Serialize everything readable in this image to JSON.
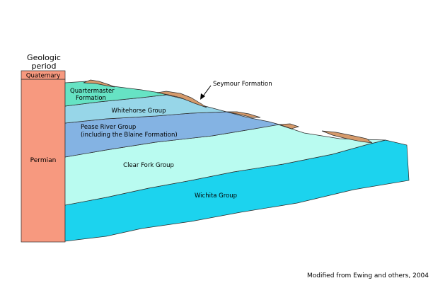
{
  "title": {
    "line1": "Geologic",
    "line2": "period"
  },
  "periods": {
    "quaternary": "Quaternary",
    "permian": "Permian"
  },
  "formations": {
    "quartermaster_line1": "Quartermaster",
    "quartermaster_line2": "Formation",
    "whitehorse": "Whitehorse Group",
    "pease_river_line1": "Pease River Group",
    "pease_river_line2": "(including the Blaine Formation)",
    "clear_fork": "Clear Fork Group",
    "wichita": "Wichita Group",
    "seymour": "Seymour Formation"
  },
  "credit": "Modified from Ewing and others, 2004",
  "colors": {
    "permian_column": "#f7997f",
    "quaternary_box": "#f7997f",
    "quartermaster": "#66e3c4",
    "whitehorse": "#97d6e8",
    "pease_river": "#84b3e3",
    "clear_fork": "#b9fbf0",
    "wichita": "#1cd3ee",
    "seymour": "#d59a6b"
  }
}
